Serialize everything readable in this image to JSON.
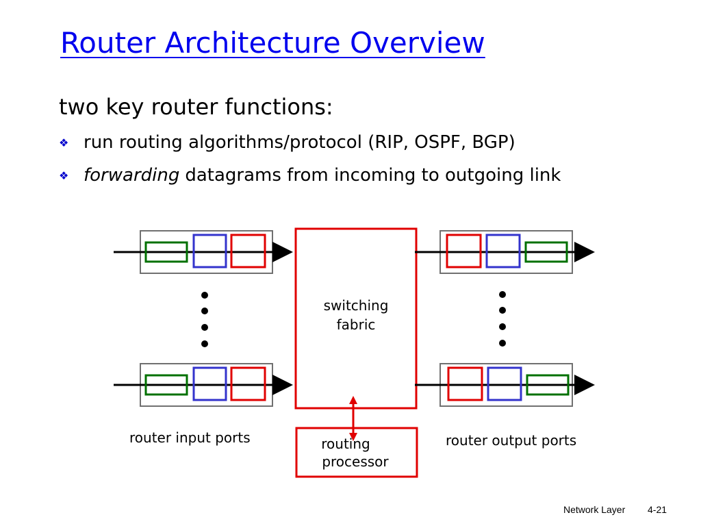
{
  "slide": {
    "title": "Router Architecture Overview",
    "intro": "two key router functions:",
    "bullets": [
      {
        "em": "",
        "text": "run routing algorithms/protocol (RIP, OSPF, BGP)"
      },
      {
        "em": "forwarding",
        "text": "datagrams from incoming to outgoing link"
      }
    ],
    "bullet_icon": "diamond-bullet-icon"
  },
  "diagram": {
    "switching_fabric": [
      "switching",
      "fabric"
    ],
    "routing_processor": [
      "routing",
      "processor"
    ],
    "input_ports_label": "router input ports",
    "output_ports_label": "router output ports"
  },
  "colors": {
    "title": "#0000ee",
    "fabric": "#e00000",
    "queue_green": "#007000",
    "queue_blue": "#3333cc",
    "queue_red": "#e00000",
    "port_border": "#707070"
  },
  "footer": {
    "left": "Network Layer",
    "right": "4-21"
  }
}
